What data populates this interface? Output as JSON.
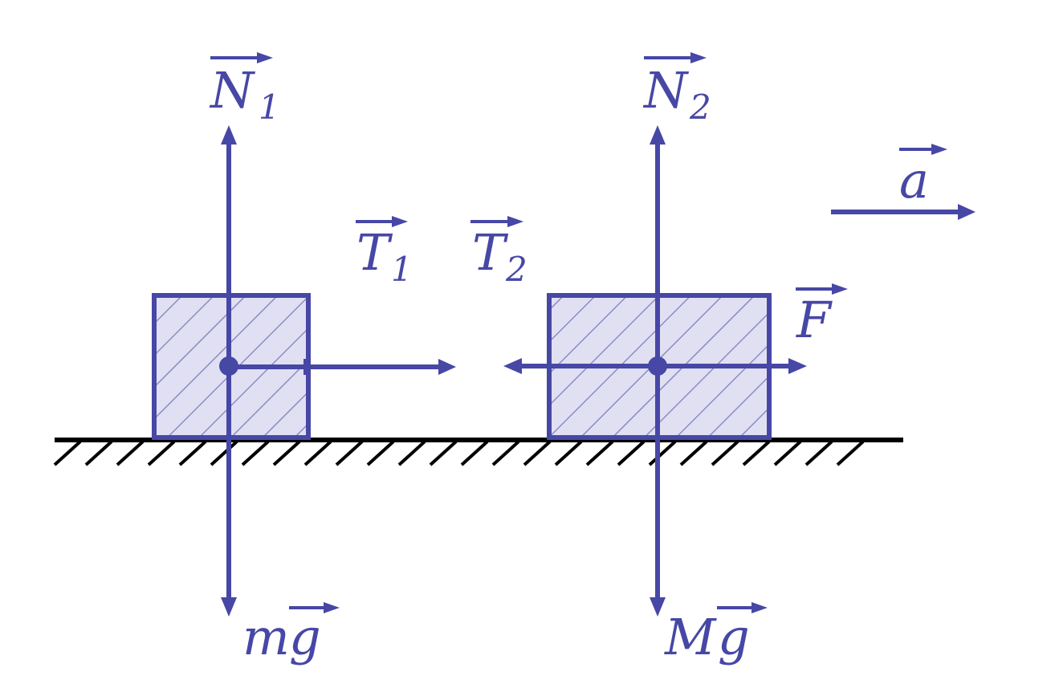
{
  "colors": {
    "force": "#4747a6",
    "ground": "#000000",
    "block_fill": "#e0e0f2",
    "hatch": "#8c8cc8",
    "background": "#ffffff"
  },
  "labels": {
    "n1_main": "N",
    "n1_sub": "1",
    "n2_main": "N",
    "n2_sub": "2",
    "t1_main": "T",
    "t1_sub": "1",
    "t2_main": "T",
    "t2_sub": "2",
    "f_main": "F",
    "a_main": "a",
    "mg_coef": "m",
    "mg_vec": "g",
    "Mg_coef": "M",
    "Mg_vec": "g"
  }
}
